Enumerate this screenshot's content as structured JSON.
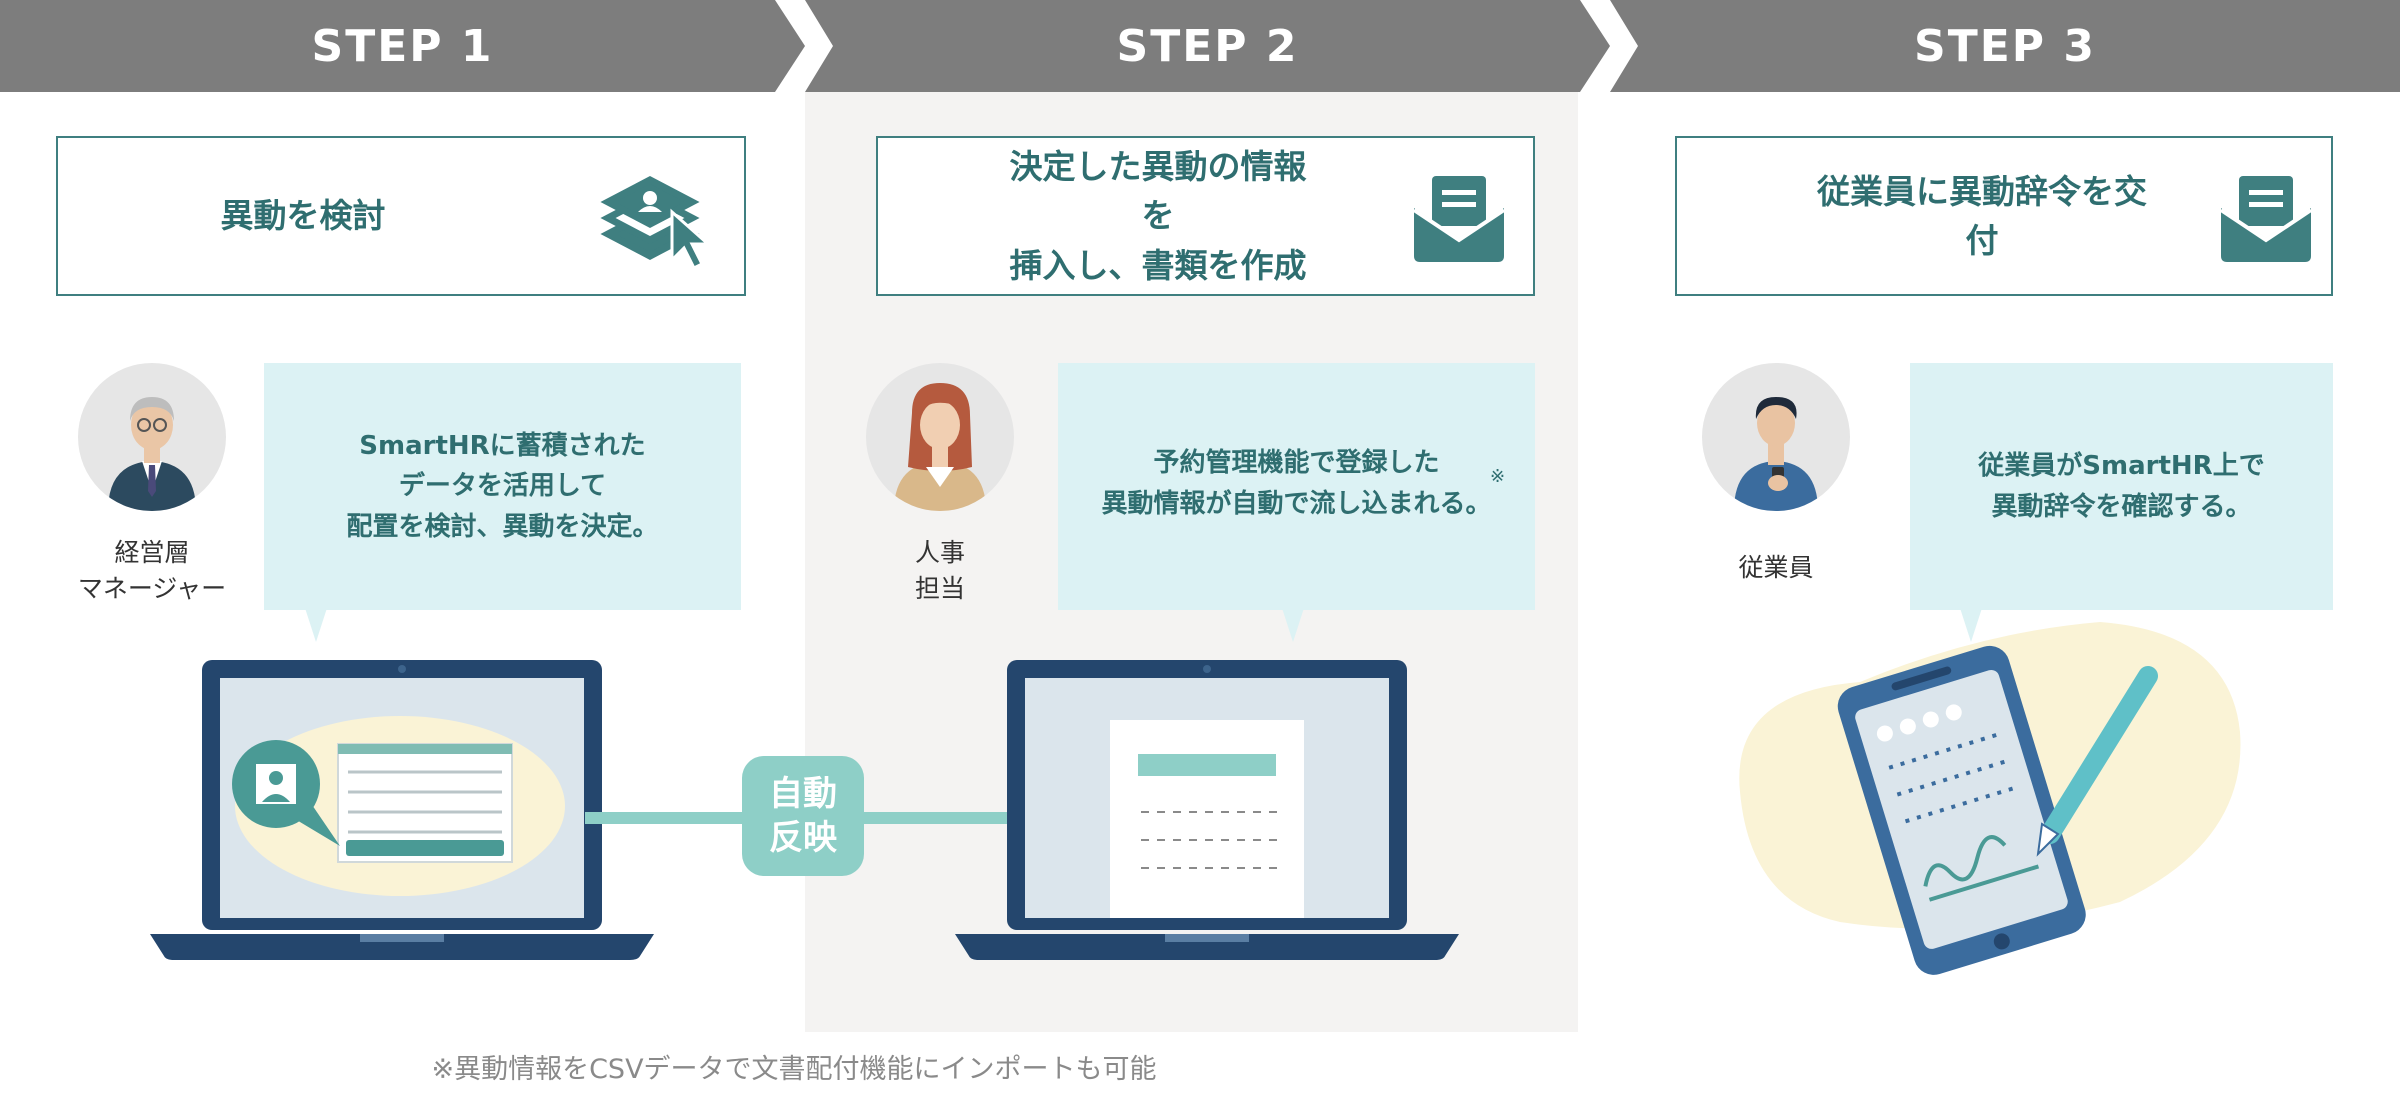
{
  "steps": [
    {
      "label": "STEP 1",
      "title": "異動を検討",
      "bubble": "SmartHRに蓄積された\nデータを活用して\n配置を検討、異動を決定。",
      "role": "経営層\nマネージャー"
    },
    {
      "label": "STEP 2",
      "title": "決定した異動の情報を\n挿入し、書類を作成",
      "bubble": "予約管理機能で登録した\n異動情報が自動で流し込まれる。",
      "role": "人事\n担当"
    },
    {
      "label": "STEP 3",
      "title": "従業員に異動辞令を交付",
      "bubble": "従業員がSmartHR上で\n異動辞令を確認する。",
      "role": "従業員"
    }
  ],
  "asterisk": "※",
  "auto_badge": "自動\n反映",
  "footnote": "※異動情報をCSVデータで文書配付機能にインポートも可能",
  "colors": {
    "header_gray": "#7d7d7d",
    "teal_text": "#2f6e70",
    "teal_border": "#3f7f80",
    "bubble_bg": "#dcf2f4",
    "laptop_navy": "#24466d",
    "accent_mint": "#8ecfc7",
    "blob_cream": "#faf3d6"
  },
  "icons": [
    "layers-cursor-icon",
    "envelope-icon",
    "envelope-icon",
    "laptop-icon",
    "smartphone-icon",
    "pen-icon",
    "arrow-right-icon"
  ]
}
